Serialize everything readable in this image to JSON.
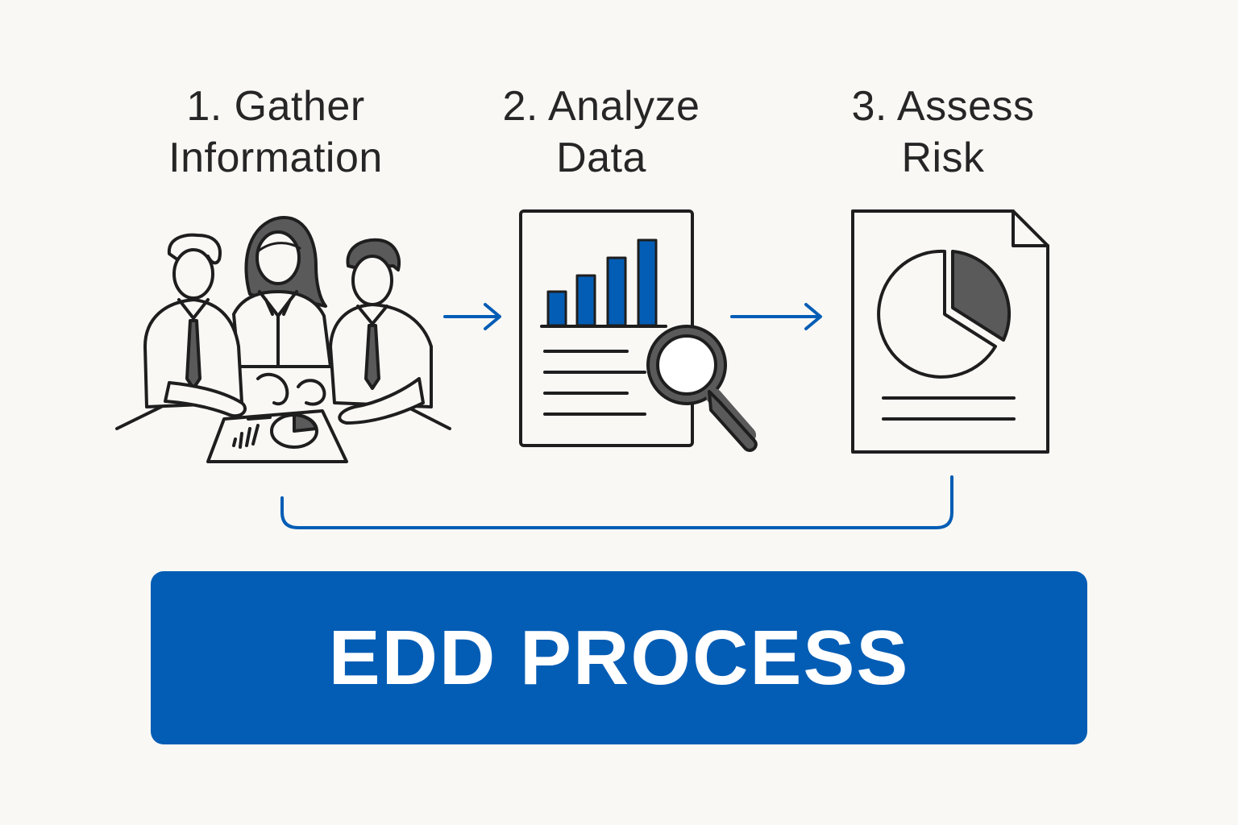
{
  "steps": [
    {
      "id": "gather",
      "line1": "1. Gather",
      "line2": "Information",
      "icon": "team-meeting-icon"
    },
    {
      "id": "analyze",
      "line1": "2. Analyze",
      "line2": "Data",
      "icon": "report-magnifier-icon"
    },
    {
      "id": "assess",
      "line1": "3. Assess",
      "line2": "Risk",
      "icon": "pie-chart-document-icon"
    }
  ],
  "banner": {
    "label": "EDD PROCESS"
  },
  "colors": {
    "accent": "#045db5",
    "ink": "#1e1e1e",
    "gray_fill": "#5a5a5a",
    "background": "#f9f8f5"
  }
}
